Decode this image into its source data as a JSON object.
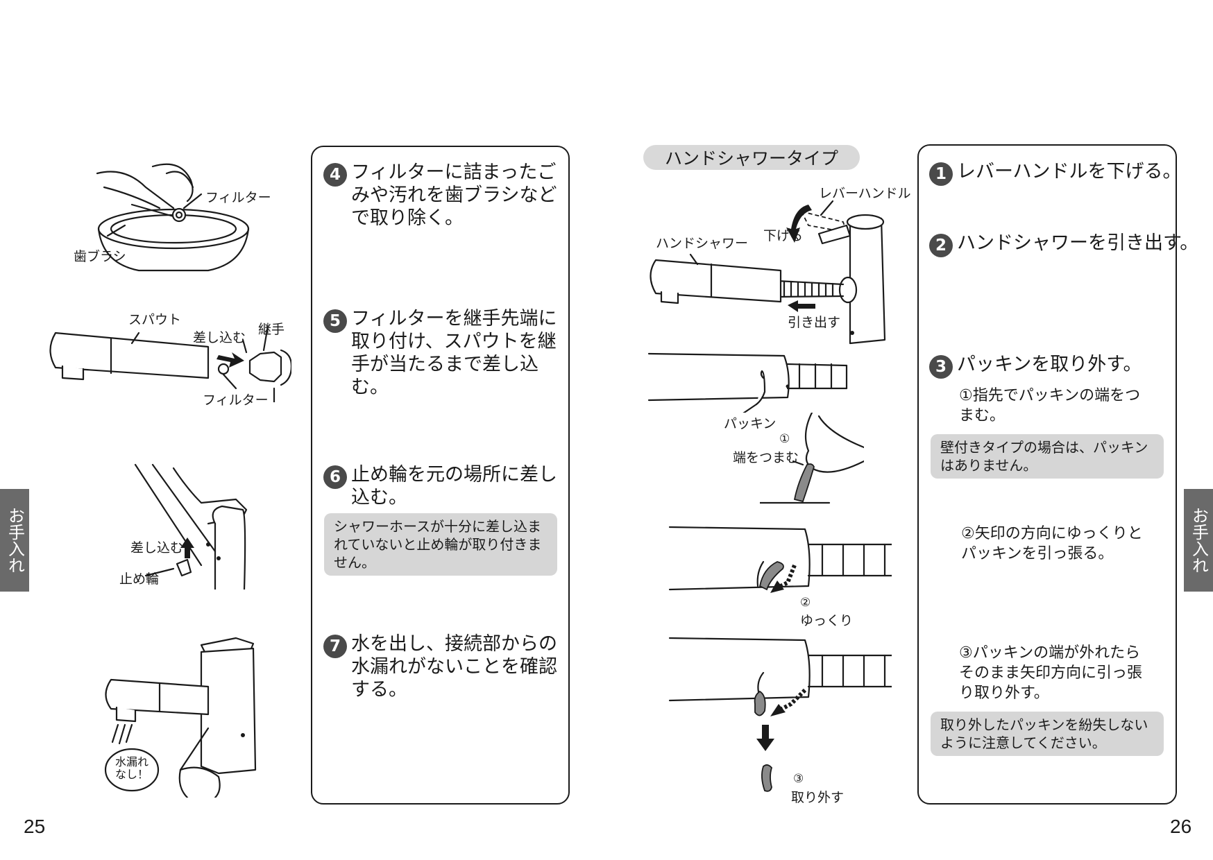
{
  "left_page": {
    "page_number": "25",
    "side_tab": "お手入れ",
    "illustration_labels": {
      "filter_top": "フィルター",
      "toothbrush": "歯ブラシ",
      "spout": "スパウト",
      "insert": "差し込む",
      "joint": "継手",
      "filter_bottom": "フィルター",
      "insert_ring": "差し込む",
      "stop_ring": "止め輪",
      "no_leak_line1": "水漏れ",
      "no_leak_line2": "なし！"
    },
    "steps": [
      {
        "number": "4",
        "text": "フィルターに詰まったごみや汚れを歯ブラシなどで取り除く。"
      },
      {
        "number": "5",
        "text": "フィルターを継手先端に取り付け、スパウトを継手が当たるまで差し込む。"
      },
      {
        "number": "6",
        "text": "止め輪を元の場所に差し込む。",
        "note": "シャワーホースが十分に差し込まれていないと止め輪が取り付きません。"
      },
      {
        "number": "7",
        "text": "水を出し、接続部からの水漏れがないことを確認する。"
      }
    ]
  },
  "right_page": {
    "page_number": "26",
    "side_tab": "お手入れ",
    "type_title": "ハンドシャワータイプ",
    "illustration_labels": {
      "lever_handle": "レバーハンドル",
      "lower": "下げる",
      "hand_shower": "ハンドシャワー",
      "pull_out": "引き出す",
      "packing": "パッキン",
      "pinch_num": "①",
      "pinch": "端をつまむ",
      "slowly_num": "②",
      "slowly": "ゆっくり",
      "remove_num": "③",
      "remove": "取り外す"
    },
    "steps": [
      {
        "number": "1",
        "text": "レバーハンドルを下げる。"
      },
      {
        "number": "2",
        "text": "ハンドシャワーを引き出す。"
      },
      {
        "number": "3",
        "text": "パッキンを取り外す。"
      }
    ],
    "substeps": [
      {
        "text": "①指先でパッキンの端をつまむ。"
      },
      {
        "text": "②矢印の方向にゆっくりとパッキンを引っ張る。"
      },
      {
        "text": "③パッキンの端が外れたらそのまま矢印方向に引っ張り取り外す。"
      }
    ],
    "notes": [
      {
        "text": "壁付きタイプの場合は、パッキンはありません。"
      },
      {
        "text": "取り外したパッキンを紛失しないように注意してください。"
      }
    ]
  }
}
